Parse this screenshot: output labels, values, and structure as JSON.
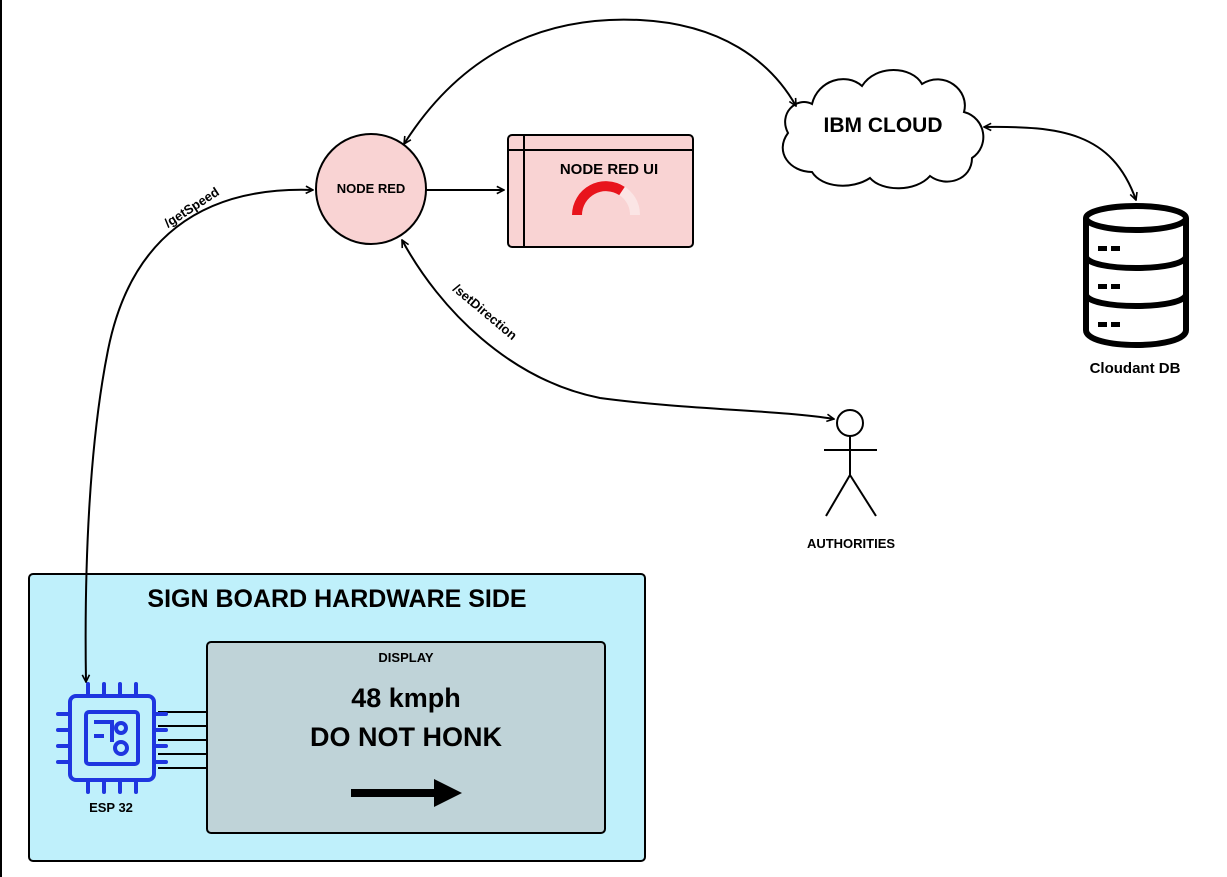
{
  "nodes": {
    "node_red": {
      "label": "NODE RED",
      "fill": "#f9d3d3"
    },
    "node_red_ui": {
      "label": "NODE RED UI",
      "fill": "#f9d3d3",
      "gauge_color": "#e8141c",
      "gauge_track": "#fbe5e5"
    },
    "ibm_cloud": {
      "label": "IBM CLOUD"
    },
    "cloudant_db": {
      "label": "Cloudant DB"
    },
    "authorities": {
      "label": "AUTHORITIES"
    },
    "hardware": {
      "title": "SIGN BOARD HARDWARE SIDE",
      "fill": "#bff0fb",
      "display": {
        "label": "DISPLAY",
        "line1": "48 kmph",
        "line2": "DO NOT HONK",
        "fill": "#bfd3d8",
        "direction_icon": "arrow-right-icon"
      },
      "chip": {
        "label": "ESP 32",
        "color": "#1f36e0",
        "icon": "circuit-icon"
      }
    }
  },
  "edges": {
    "get_speed": "/getSpeed",
    "set_direction": "/setDirection"
  }
}
